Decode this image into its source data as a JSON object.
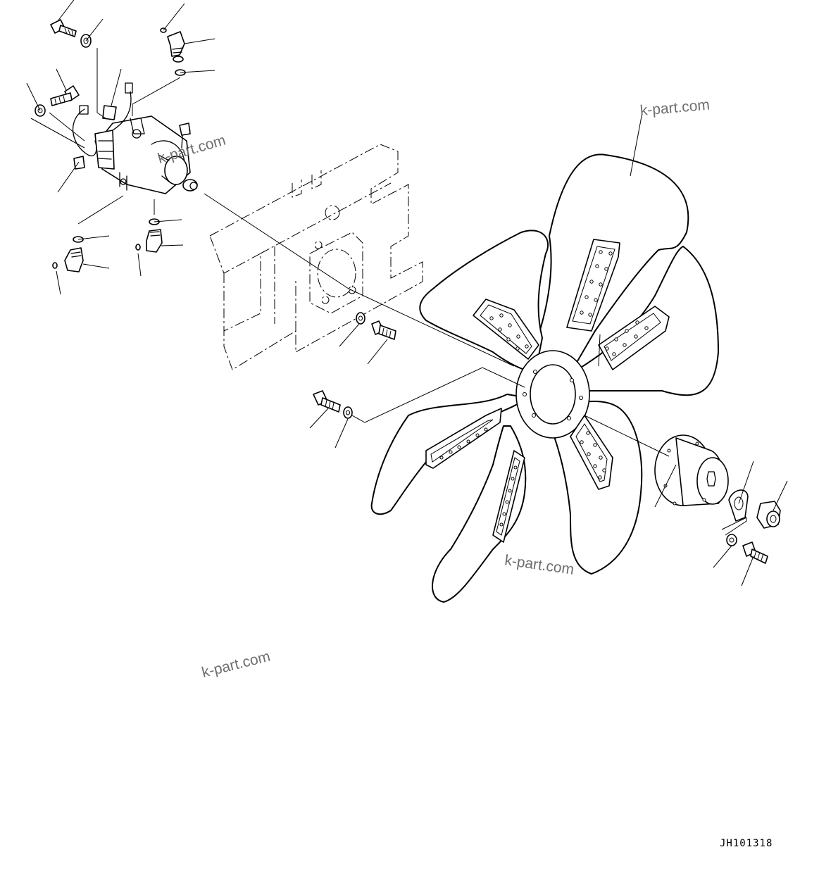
{
  "drawing": {
    "code": "JH101318"
  },
  "watermarks": [
    "k-part.com",
    "k-part.com",
    "k-part.com",
    "k-part.com"
  ],
  "parts": [
    "fan-motor",
    "fan-blade",
    "fan-hub",
    "bracket",
    "bolt",
    "washer",
    "elbow-fitting",
    "o-ring",
    "clip",
    "nut",
    "lock-plate"
  ]
}
